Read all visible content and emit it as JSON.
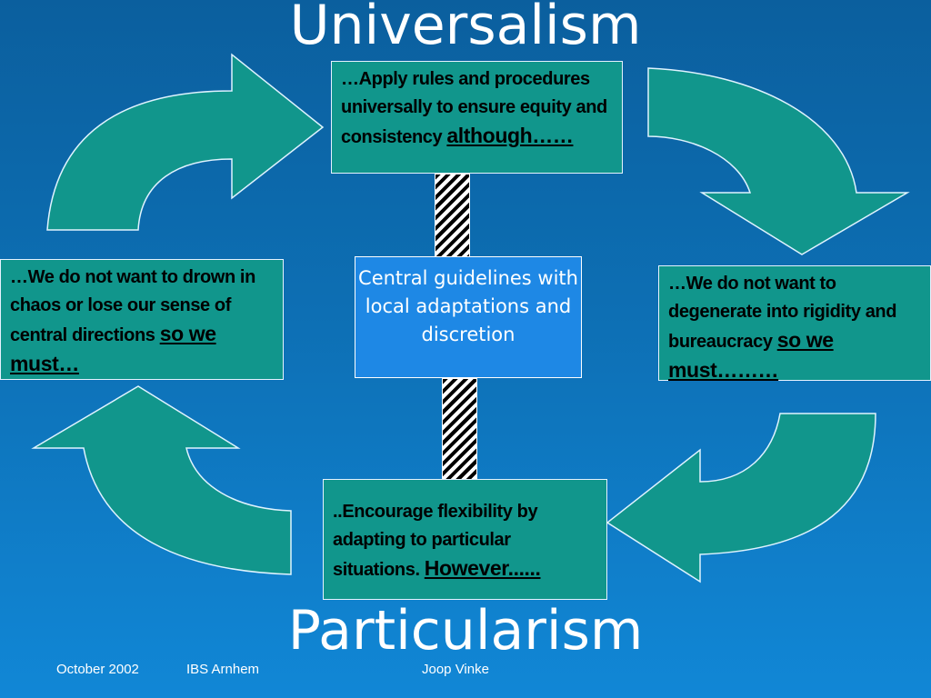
{
  "titles": {
    "top": "Universalism",
    "bottom": "Particularism"
  },
  "boxes": {
    "top": {
      "text": "…Apply rules and procedures universally to ensure equity and consistency ",
      "emphasis": "although……"
    },
    "right": {
      "text": "…We do not want to degenerate into rigidity and bureaucracy ",
      "emphasis": "so we must………"
    },
    "bottom": {
      "text": "..Encourage flexibility by adapting to particular situations. ",
      "emphasis": "However......"
    },
    "left": {
      "text": "…We do not want to drown in chaos or lose our sense of central directions ",
      "emphasis": "so we must…"
    },
    "center": {
      "text": "Central guidelines with local adaptations and discretion"
    }
  },
  "footer": {
    "date": "October 2002",
    "org": "IBS Arnhem",
    "author": "Joop Vinke"
  },
  "colors": {
    "arrow_fill": "#11968c",
    "box_fill": "#11968c",
    "center_fill": "#1e88e5",
    "background": "#0d6fb4"
  }
}
